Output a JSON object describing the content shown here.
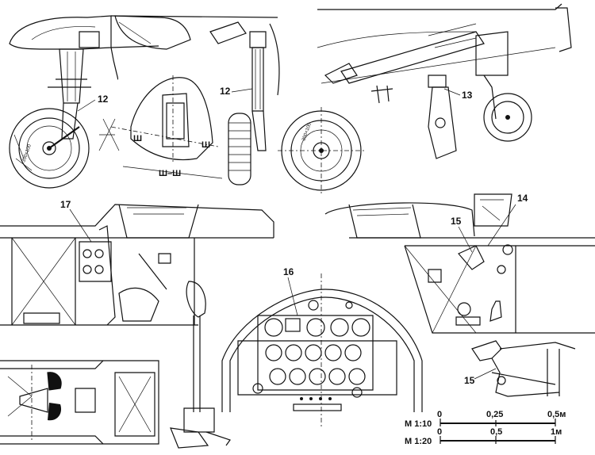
{
  "callouts": {
    "c12_left": "12",
    "c12_mid": "12",
    "c13": "13",
    "c14": "14",
    "c15_top": "15",
    "c15_bottom": "15",
    "c16": "16",
    "c17": "17"
  },
  "section_labels": {
    "sh1": "Ш",
    "sh2": "Ш",
    "sh_sh": "Ш–Ш"
  },
  "tire_marks": {
    "left": "350×100",
    "right": "350×100"
  },
  "scale_bars": {
    "scale1": {
      "label": "М 1:10",
      "t0": "0",
      "t1": "0,25",
      "t2": "0,5м"
    },
    "scale2": {
      "label": "М 1:20",
      "t0": "0",
      "t1": "0,5",
      "t2": "1м"
    }
  }
}
